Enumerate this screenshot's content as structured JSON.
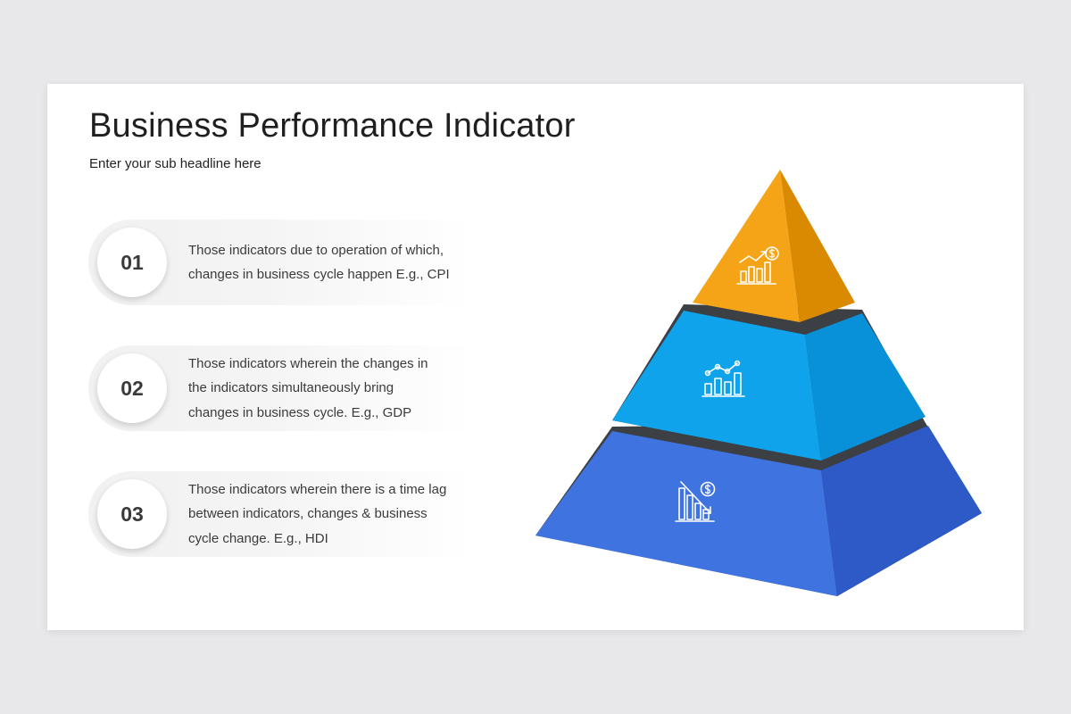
{
  "header": {
    "title": "Business Performance Indicator",
    "subtitle": "Enter your sub headline here"
  },
  "items": [
    {
      "number": "01",
      "lines": [
        "Those indicators due to operation of which,",
        "changes in business cycle happen E.g., CPI"
      ]
    },
    {
      "number": "02",
      "lines": [
        "Those indicators wherein the changes in",
        "the indicators simultaneously bring",
        "changes in business cycle. E.g., GDP"
      ]
    },
    {
      "number": "03",
      "lines": [
        "Those indicators wherein there is a time lag",
        "between indicators, changes & business",
        "cycle change. E.g., HDI"
      ]
    }
  ],
  "pyramid": {
    "tiers": [
      {
        "level": "top",
        "icon": "growth-chart-dollar-icon",
        "front_color": "#f5a417",
        "side_color": "#d98a00"
      },
      {
        "level": "middle",
        "icon": "line-bar-chart-icon",
        "front_color": "#0ea3ea",
        "side_color": "#0890d8"
      },
      {
        "level": "bottom",
        "icon": "declining-chart-dollar-icon",
        "front_color": "#3f74e0",
        "side_color": "#2e5ac7"
      }
    ],
    "gap_color": "#3c3f44"
  }
}
